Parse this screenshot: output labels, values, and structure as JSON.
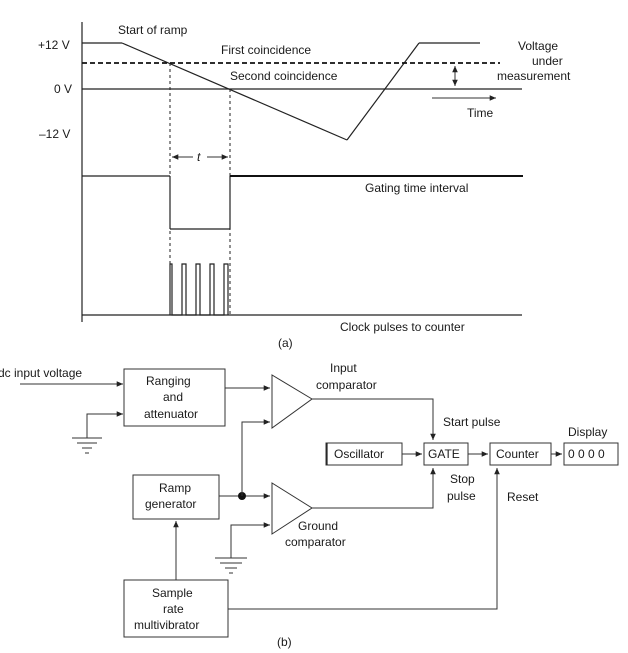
{
  "part_a": {
    "y_labels": {
      "plus12": "+12 V",
      "zero": "0 V",
      "minus12": "–12 V"
    },
    "start_of_ramp": "Start of ramp",
    "first_coincidence": "First coincidence",
    "second_coincidence": "Second coincidence",
    "voltage_under_1": "Voltage",
    "voltage_under_2": "under",
    "voltage_under_3": "measurement",
    "time": "Time",
    "t_label": "t",
    "gating": "Gating time interval",
    "clock": "Clock pulses to counter",
    "caption": "(a)"
  },
  "part_b": {
    "dc_input": "dc input voltage",
    "ranging_1": "Ranging",
    "ranging_2": "and",
    "ranging_3": "attenuator",
    "input_comp_1": "Input",
    "input_comp_2": "comparator",
    "start_pulse": "Start pulse",
    "display_label": "Display",
    "oscillator": "Oscillator",
    "gate": "GATE",
    "counter": "Counter",
    "display_value": "0 0 0 0",
    "ramp_1": "Ramp",
    "ramp_2": "generator",
    "stop_1": "Stop",
    "stop_2": "pulse",
    "reset": "Reset",
    "ground_1": "Ground",
    "ground_2": "comparator",
    "sample_1": "Sample",
    "sample_2": "rate",
    "sample_3": "multivibrator",
    "caption": "(b)"
  }
}
